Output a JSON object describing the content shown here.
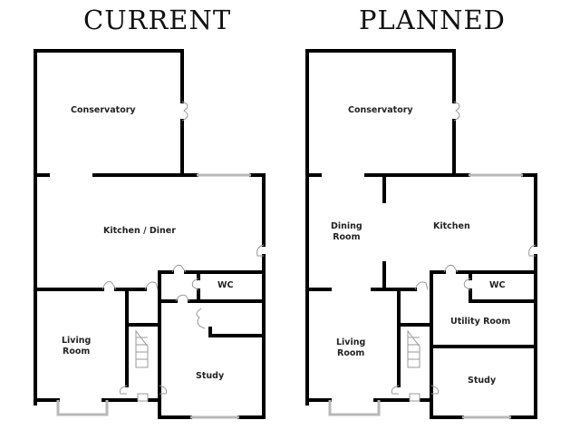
{
  "plans": [
    {
      "title": "CURRENT",
      "rooms": {
        "conservatory": "Conservatory",
        "kitchen": "Kitchen / Diner",
        "wc": "WC",
        "living_line1": "Living",
        "living_line2": "Room",
        "study": "Study"
      }
    },
    {
      "title": "PLANNED",
      "rooms": {
        "conservatory": "Conservatory",
        "dining_line1": "Dining",
        "dining_line2": "Room",
        "kitchen": "Kitchen",
        "wc": "WC",
        "utility": "Utility Room",
        "living_line1": "Living",
        "living_line2": "Room",
        "study": "Study"
      }
    }
  ],
  "colors": {
    "wall": "#000000",
    "window": "#b8b8b8",
    "door": "#888888"
  }
}
